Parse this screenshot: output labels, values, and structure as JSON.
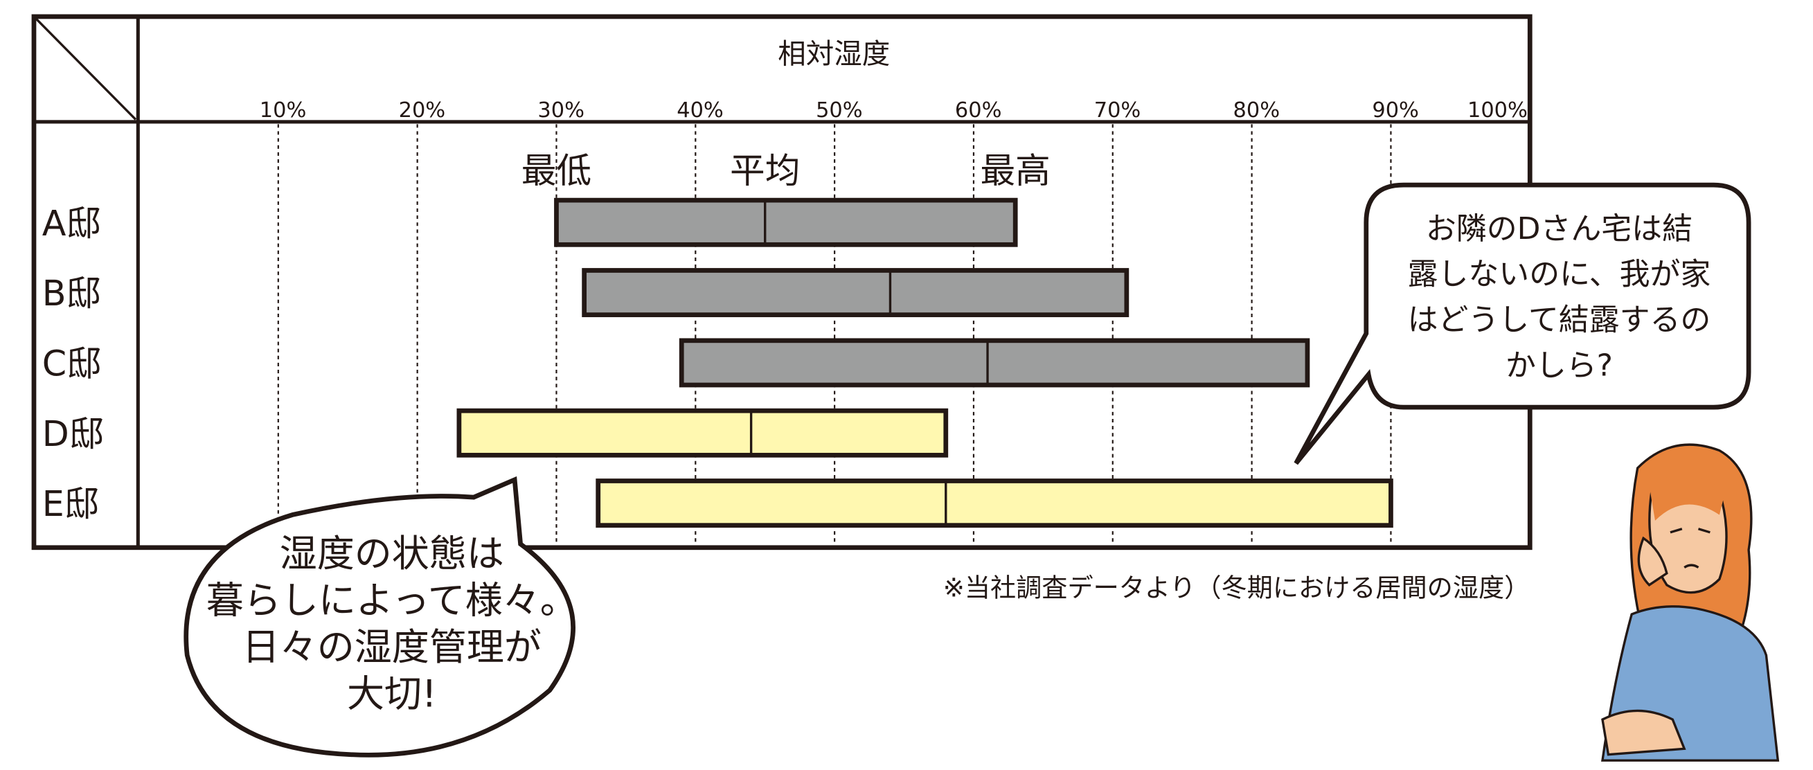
{
  "chart_data": {
    "type": "bar",
    "subtype": "range-bar",
    "title": "相対湿度",
    "xlabel": "相対湿度",
    "xlim": [
      0,
      100
    ],
    "x_ticks": [
      "10%",
      "20%",
      "30%",
      "40%",
      "50%",
      "60%",
      "70%",
      "80%",
      "90%",
      "100%"
    ],
    "x_tick_values": [
      10,
      20,
      30,
      40,
      50,
      60,
      70,
      80,
      90,
      100
    ],
    "grid": true,
    "header_labels": {
      "min": "最低",
      "avg": "平均",
      "max": "最高"
    },
    "categories": [
      "A邸",
      "B邸",
      "C邸",
      "D邸",
      "E邸"
    ],
    "series": [
      {
        "name": "最低",
        "values": [
          30,
          32,
          39,
          23,
          33
        ]
      },
      {
        "name": "平均",
        "values": [
          45,
          54,
          61,
          44,
          58
        ]
      },
      {
        "name": "最高",
        "values": [
          63,
          71,
          84,
          58,
          90
        ]
      }
    ],
    "bar_colors": [
      "#9d9e9e",
      "#9d9e9e",
      "#9d9e9e",
      "#fff8b0",
      "#fff8b0"
    ],
    "note": "※当社調査データより（冬期における居間の湿度）"
  },
  "bubbles": {
    "left": [
      "湿度の状態は",
      "暮らしによって様々。",
      "日々の湿度管理が",
      "大切!"
    ],
    "right": [
      "お隣のDさん宅は結",
      "露しないのに、我が家",
      "はどうして結露するの",
      "かしら?"
    ]
  }
}
